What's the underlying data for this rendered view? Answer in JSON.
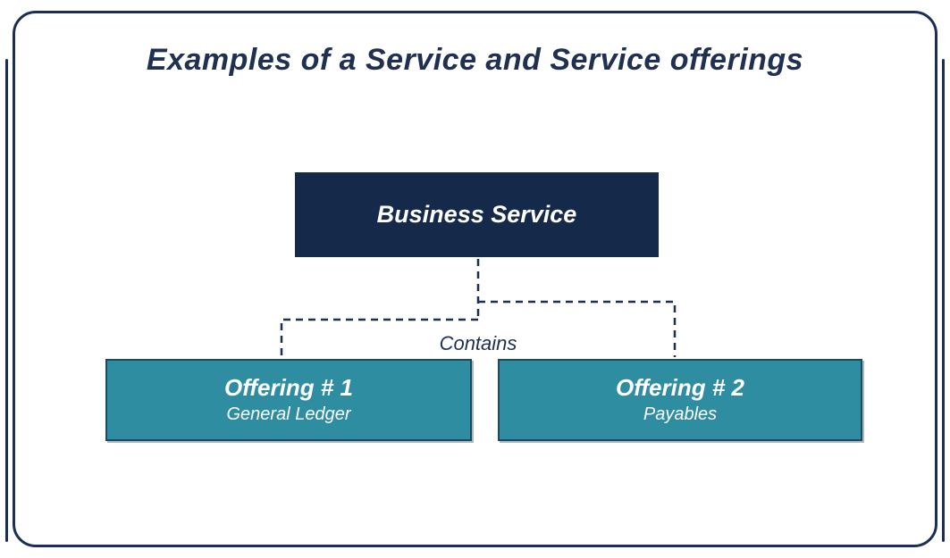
{
  "title": "Examples of a Service and Service offerings",
  "colors": {
    "navy": "#1b2f54",
    "dark_box": "#15294b",
    "teal": "#2e8da0",
    "text_light": "#ffffff"
  },
  "diagram": {
    "parent": {
      "label": "Business Service"
    },
    "relation_label": "Contains",
    "children": [
      {
        "label": "Offering # 1",
        "sublabel": "General Ledger"
      },
      {
        "label": "Offering # 2",
        "sublabel": "Payables"
      }
    ]
  }
}
